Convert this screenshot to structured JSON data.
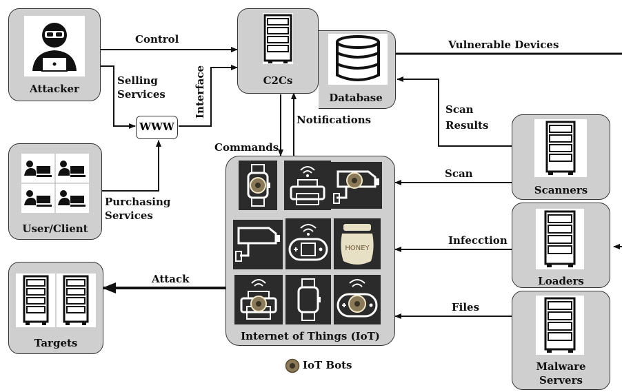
{
  "nodes": {
    "attacker": "Attacker",
    "c2cs": "C2Cs",
    "database": "Database",
    "www": "WWW",
    "user_client": "User/Client",
    "iot": "Internet of Things (IoT)",
    "targets": "Targets",
    "scanners": "Scanners",
    "loaders": "Loaders",
    "malware_servers_1": "Malware",
    "malware_servers_2": "Servers"
  },
  "edges": {
    "control": "Control",
    "selling_1": "Selling",
    "selling_2": "Services",
    "interface": "Interface",
    "vulnerable_devices": "Vulnerable Devices",
    "notifications": "Notifications",
    "commands": "Commands",
    "scan_results_1": "Scan",
    "scan_results_2": "Results",
    "purchasing_1": "Purchasing",
    "purchasing_2": "Services",
    "scan": "Scan",
    "infection": "Infecction",
    "attack": "Attack",
    "files": "Files"
  },
  "legend": {
    "iot_bots": "IoT Bots"
  },
  "iot_devices": [
    "watch-bot",
    "printer",
    "camera-bot",
    "camera",
    "gamepad",
    "honeypot",
    "printer-bot",
    "watch",
    "gamepad-bot"
  ],
  "honeypot_text": "HONEY",
  "colors": {
    "box_fill": "#cfcfcf",
    "tile_fill": "#2b2b2b",
    "stroke": "#111111",
    "bot_badge": "#8a7a5a"
  }
}
